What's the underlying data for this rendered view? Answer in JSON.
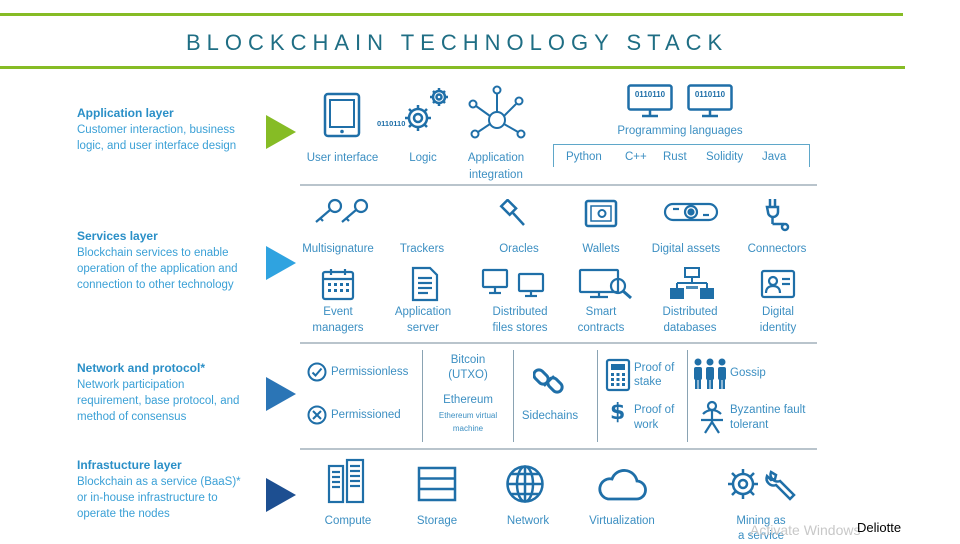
{
  "title": "BLOCKCHAIN TECHNOLOGY STACK",
  "colors": {
    "green": "#86bc25",
    "blue": "#2a8fc7",
    "teal": "#1f6e84",
    "navy": "#1d5d9b"
  },
  "layers": [
    {
      "title": "Application layer",
      "desc": "Customer interaction, business logic, and user interface design",
      "arrow_color": "#86bc25"
    },
    {
      "title": "Services layer",
      "desc": "Blockchain services to enable operation of the application and connection to other technology",
      "arrow_color": "#2fa3e0"
    },
    {
      "title": "Network and protocol*",
      "desc": "Network participation requirement, base protocol, and method of consensus",
      "arrow_color": "#2b75b6"
    },
    {
      "title": "Infrastucture layer",
      "desc": "Blockchain as a service (BaaS)* or in-house infrastructure to operate the nodes",
      "arrow_color": "#1d4f91"
    }
  ],
  "application": {
    "user_interface": "User interface",
    "logic": "Logic",
    "binary_small": "0110110",
    "integration_1": "Application",
    "integration_2": "integration",
    "prog_title": "Programming languages",
    "prog_binary": "0110110",
    "languages": [
      "Python",
      "C++",
      "Rust",
      "Solidity",
      "Java"
    ]
  },
  "services": {
    "row1": [
      "Multisignature",
      "Trackers",
      "Oracles",
      "Wallets",
      "Digital assets",
      "Connectors"
    ],
    "row2": [
      [
        "Event",
        "managers"
      ],
      [
        "Application",
        "server"
      ],
      [
        "Distributed",
        "files stores"
      ],
      [
        "Smart",
        "contracts"
      ],
      [
        "Distributed",
        "databases"
      ],
      [
        "Digital",
        "identity"
      ]
    ]
  },
  "network": {
    "permissionless": "Permissionless",
    "permissioned": "Permissioned",
    "bitcoin_1": "Bitcoin",
    "bitcoin_2": "(UTXO)",
    "ethereum": "Ethereum",
    "evm_1": "Ethereum virtual",
    "evm_2": "machine",
    "sidechains": "Sidechains",
    "pos_1": "Proof of",
    "pos_2": "stake",
    "pow_1": "Proof of",
    "pow_2": "work",
    "gossip": "Gossip",
    "bft_1": "Byzantine fault",
    "bft_2": "tolerant"
  },
  "infrastructure": {
    "items": [
      "Compute",
      "Storage",
      "Network",
      "Virtualization"
    ],
    "mining_1": "Mining as",
    "mining_2": "a service"
  },
  "watermark": "Activate Windows",
  "brand": "Deliotte"
}
